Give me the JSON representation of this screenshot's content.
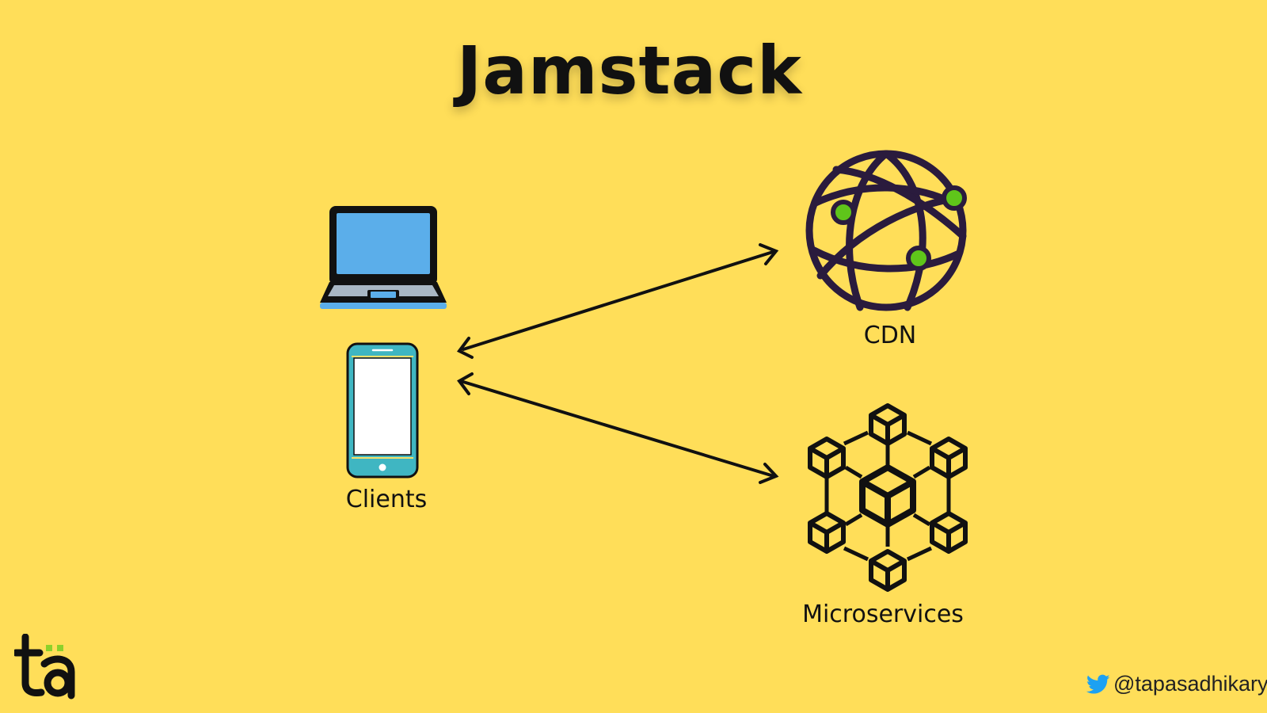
{
  "title": "Jamstack",
  "nodes": {
    "clients": {
      "label": "Clients"
    },
    "cdn": {
      "label": "CDN"
    },
    "microservices": {
      "label": "Microservices"
    }
  },
  "footer": {
    "handle": "@tapasadhikary",
    "logo_text": "ta"
  },
  "colors": {
    "background": "#FFDE59",
    "laptop_screen": "#5BAEEA",
    "phone_body": "#3FB6C2",
    "globe": "#2A1B3D",
    "globe_nodes": "#5FC51A",
    "logo_accent": "#8CD12B",
    "twitter_blue": "#1DA1F2"
  },
  "icons": [
    "laptop-icon",
    "smartphone-icon",
    "globe-network-icon",
    "cube-network-icon",
    "twitter-bird-icon"
  ]
}
